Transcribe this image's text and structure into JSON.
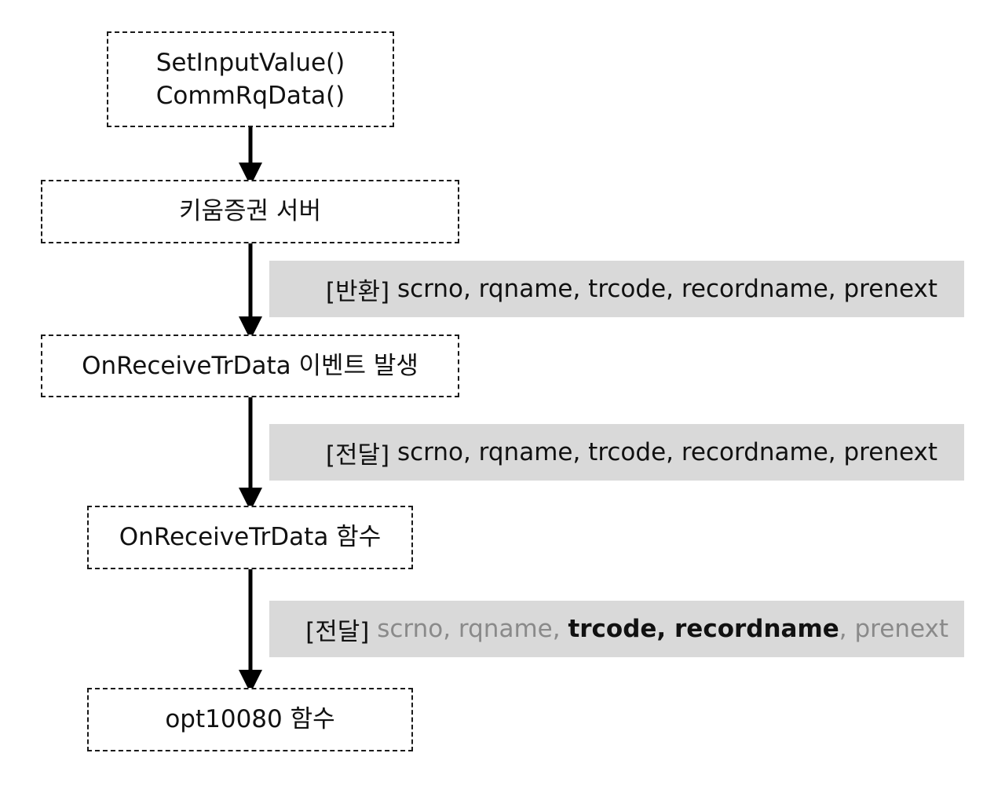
{
  "nodes": {
    "request": {
      "line1": "SetInputValue()",
      "line2": "CommRqData()"
    },
    "server": "키움증권 서버",
    "event": "OnReceiveTrData 이벤트 발생",
    "handler": "OnReceiveTrData 함수",
    "target": "opt10080 함수"
  },
  "labels": {
    "return": {
      "prefix": "[반환]",
      "params": "scrno, rqname, trcode, recordname, prenext"
    },
    "pass1": {
      "prefix": "[전달]",
      "params": "scrno, rqname, trcode, recordname, prenext"
    },
    "pass2": {
      "prefix": "[전달]",
      "muted1": "scrno, rqname,",
      "highlight": "trcode, recordname",
      "muted2": ", prenext"
    }
  },
  "colors": {
    "label_bg": "#d9d9d9",
    "muted_text": "#8a8a8a",
    "arrow": "#000000"
  }
}
